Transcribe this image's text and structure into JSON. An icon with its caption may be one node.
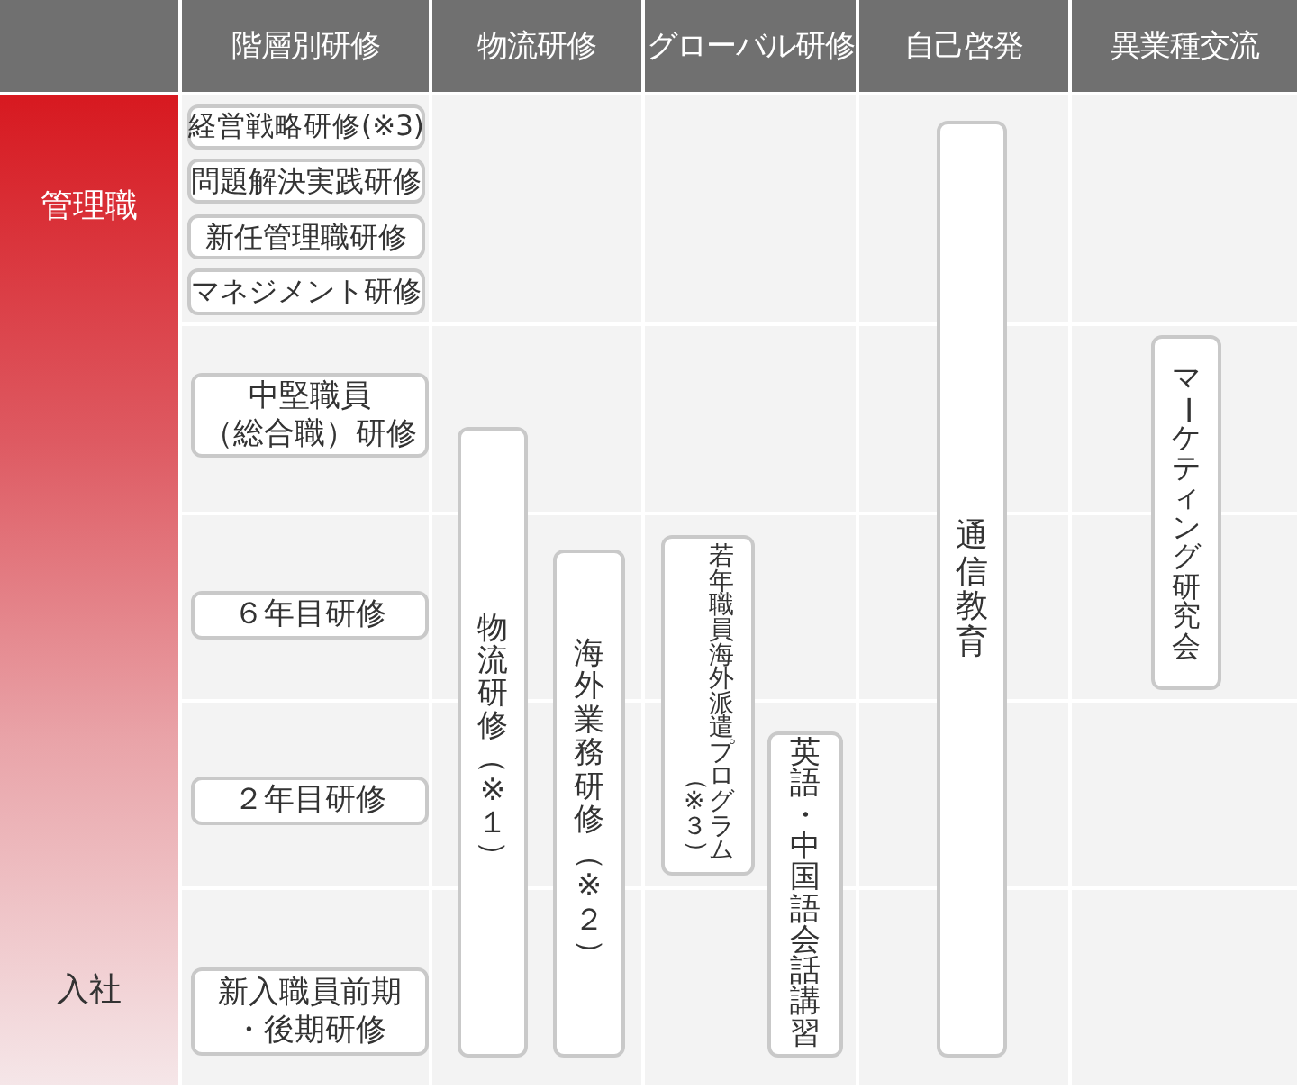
{
  "diagram": {
    "nodes": [
      {
        "text": [
          "管理職",
          "入社"
        ]
      },
      {
        "text": [
          "経営戦略研修(※3)"
        ]
      },
      {
        "text": [
          "問題解決実践研修"
        ]
      },
      {
        "text": [
          "新任管理職研修"
        ]
      },
      {
        "text": [
          "マネジメント研修"
        ]
      },
      {
        "text": [
          "中堅職員（総合職）研修"
        ]
      },
      {
        "text": [
          "６年目研修"
        ]
      },
      {
        "text": [
          "２年目研修"
        ]
      },
      {
        "text": [
          "新入職員前期・後期研修"
        ]
      },
      {
        "text": [
          "物流研修（※１）"
        ]
      },
      {
        "text": [
          "海外業務研修（※２）"
        ]
      },
      {
        "text": [
          "若年職員海外派遣プログラム（※３）"
        ]
      },
      {
        "text": [
          "英語・中国語会話講習"
        ]
      },
      {
        "text": [
          "通信教育"
        ]
      },
      {
        "text": [
          "マーケティング研究会"
        ]
      }
    ],
    "labels": [
      "階層別研修",
      "物流研修",
      "グローバル研修",
      "自己啓発",
      "異業種交流"
    ]
  }
}
